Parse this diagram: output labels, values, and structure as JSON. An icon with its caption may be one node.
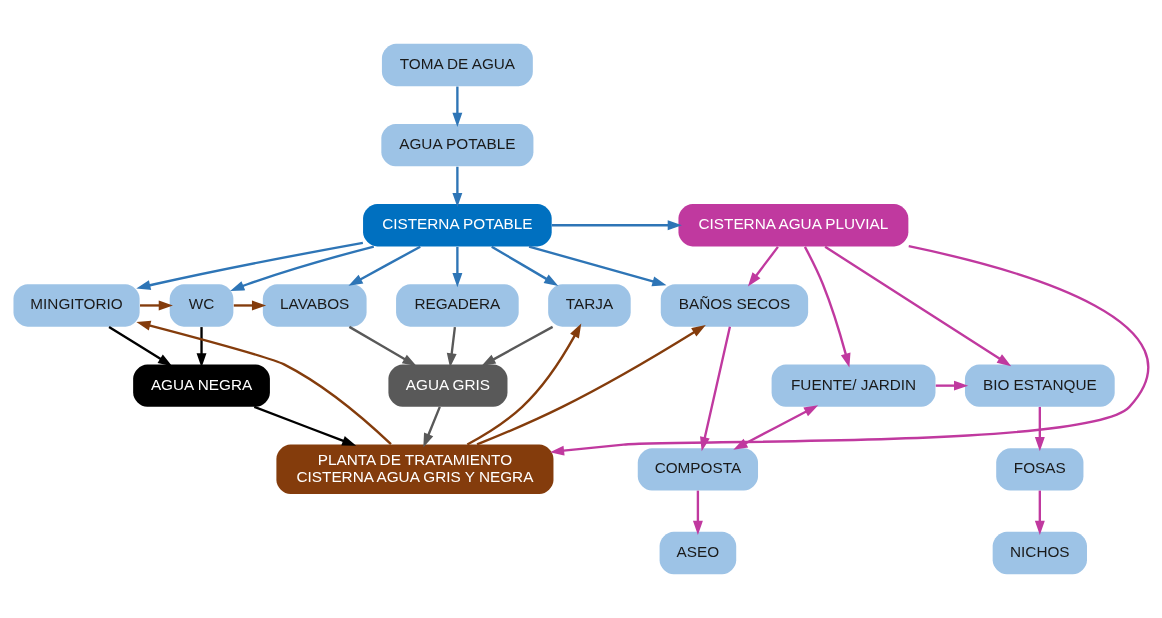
{
  "diagram": {
    "nodes": [
      {
        "text": [
          "TOMA DE AGUA"
        ]
      },
      {
        "text": [
          "AGUA POTABLE"
        ]
      },
      {
        "text": [
          "CISTERNA POTABLE"
        ]
      },
      {
        "text": [
          "CISTERNA AGUA PLUVIAL"
        ]
      },
      {
        "text": [
          "MINGITORIO"
        ]
      },
      {
        "text": [
          "WC"
        ]
      },
      {
        "text": [
          "LAVABOS"
        ]
      },
      {
        "text": [
          "REGADERA"
        ]
      },
      {
        "text": [
          "TARJA"
        ]
      },
      {
        "text": [
          "BAÑOS SECOS"
        ]
      },
      {
        "text": [
          "AGUA NEGRA"
        ]
      },
      {
        "text": [
          "AGUA GRIS"
        ]
      },
      {
        "text": [
          "FUENTE/ JARDIN"
        ]
      },
      {
        "text": [
          "BIO ESTANQUE"
        ]
      },
      {
        "text": [
          "PLANTA DE TRATAMIENTO CISTERNA AGUA GRIS Y NEGRA"
        ]
      },
      {
        "text": [
          "COMPOSTA"
        ]
      },
      {
        "text": [
          "FOSAS"
        ]
      },
      {
        "text": [
          "ASEO"
        ]
      },
      {
        "text": [
          "NICHOS"
        ]
      }
    ],
    "edges": [
      {
        "from": 0,
        "to": 1,
        "arrow": "to",
        "color": "#2e75b6"
      },
      {
        "from": 1,
        "to": 2,
        "arrow": "to",
        "color": "#2e75b6"
      },
      {
        "from": 2,
        "to": 4,
        "arrow": "to",
        "color": "#2e75b6"
      },
      {
        "from": 2,
        "to": 5,
        "arrow": "to",
        "color": "#2e75b6"
      },
      {
        "from": 2,
        "to": 6,
        "arrow": "to",
        "color": "#2e75b6"
      },
      {
        "from": 2,
        "to": 7,
        "arrow": "to",
        "color": "#2e75b6"
      },
      {
        "from": 2,
        "to": 8,
        "arrow": "to",
        "color": "#2e75b6"
      },
      {
        "from": 2,
        "to": 9,
        "arrow": "to",
        "color": "#2e75b6"
      },
      {
        "from": 2,
        "to": 3,
        "arrow": "to",
        "color": "#2e75b6"
      },
      {
        "from": 4,
        "to": 5,
        "arrow": "to",
        "color": "#843c0c"
      },
      {
        "from": 5,
        "to": 6,
        "arrow": "to",
        "color": "#843c0c"
      },
      {
        "from": 4,
        "to": 10,
        "arrow": "to",
        "color": "#000000"
      },
      {
        "from": 5,
        "to": 10,
        "arrow": "to",
        "color": "#000000"
      },
      {
        "from": 6,
        "to": 11,
        "arrow": "to",
        "color": "#595959"
      },
      {
        "from": 7,
        "to": 11,
        "arrow": "to",
        "color": "#595959"
      },
      {
        "from": 8,
        "to": 11,
        "arrow": "to",
        "color": "#595959"
      },
      {
        "from": 10,
        "to": 14,
        "arrow": "to",
        "color": "#000000"
      },
      {
        "from": 11,
        "to": 14,
        "arrow": "to",
        "color": "#595959"
      },
      {
        "from": 14,
        "to": 4,
        "arrow": "to",
        "color": "#843c0c"
      },
      {
        "from": 14,
        "to": 8,
        "arrow": "to",
        "color": "#843c0c"
      },
      {
        "from": 14,
        "to": 9,
        "arrow": "to",
        "color": "#843c0c"
      },
      {
        "from": 3,
        "to": 9,
        "arrow": "to",
        "color": "#c0399f"
      },
      {
        "from": 3,
        "to": 14,
        "arrow": "to",
        "color": "#c0399f"
      },
      {
        "from": 3,
        "to": 12,
        "arrow": "to",
        "color": "#c0399f"
      },
      {
        "from": 3,
        "to": 13,
        "arrow": "to",
        "color": "#c0399f"
      },
      {
        "from": 12,
        "to": 13,
        "arrow": "to",
        "color": "#c0399f"
      },
      {
        "from": 12,
        "to": 15,
        "arrow": "both",
        "color": "#c0399f"
      },
      {
        "from": 9,
        "to": 15,
        "arrow": "to",
        "color": "#c0399f"
      },
      {
        "from": 15,
        "to": 17,
        "arrow": "to",
        "color": "#c0399f"
      },
      {
        "from": 13,
        "to": 16,
        "arrow": "to",
        "color": "#c0399f"
      },
      {
        "from": 16,
        "to": 18,
        "arrow": "to",
        "color": "#c0399f"
      }
    ]
  }
}
